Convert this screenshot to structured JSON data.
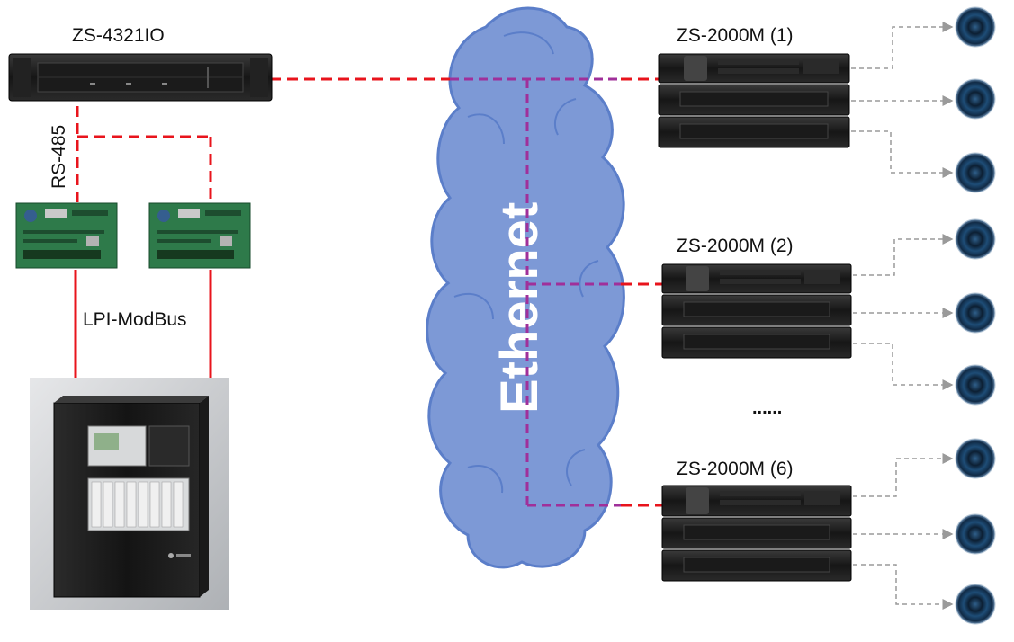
{
  "labels": {
    "io_unit": "ZS-4321IO",
    "rs485": "RS-485",
    "modbus": "LPI-ModBus",
    "ethernet": "Ethernet",
    "amp1": "ZS-2000M (1)",
    "amp2": "ZS-2000M (2)",
    "amp6": "ZS-2000M (6)",
    "ellipsis": "......"
  },
  "colors": {
    "serial_line": "#e8141c",
    "network_line": "#a0309a",
    "cloud_fill": "#7d99d6",
    "cloud_stroke": "#5b7ec9",
    "speaker_arrow": "#9a9a9a"
  }
}
